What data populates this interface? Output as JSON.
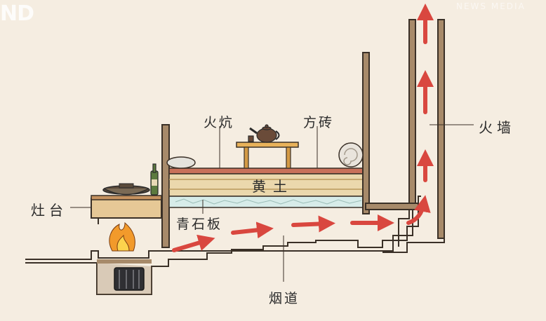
{
  "watermark": {
    "left": "ND",
    "right": "NEWS MEDIA"
  },
  "labels": {
    "kang": "火炕",
    "brick": "方砖",
    "fire_wall": "火墙",
    "stove": "灶台",
    "loess": "黄土",
    "slab": "青石板",
    "flue": "烟道"
  },
  "colors": {
    "background": "#f5ede1",
    "wall": "#a78a6a",
    "wall_outline": "#3a3027",
    "brick_layer": "#c9715a",
    "loess": "#ebd8ad",
    "slab": "#d7ece9",
    "arrow": "#d9473f",
    "fire": "#f29a2b"
  }
}
